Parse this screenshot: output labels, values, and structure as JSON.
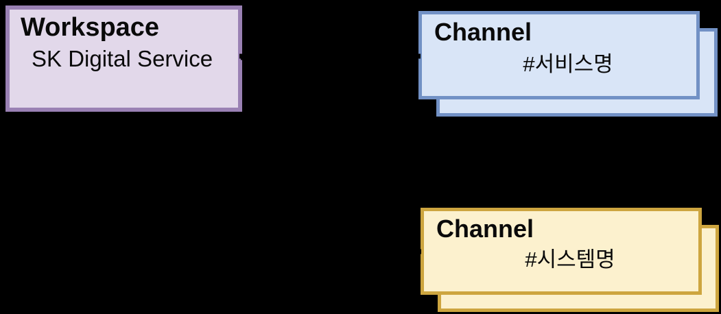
{
  "canvas": {
    "background": "#000000",
    "connector_color": "#000000"
  },
  "workspace": {
    "title": "Workspace",
    "subtitle": "SK Digital Service",
    "fill": "#E2D8EA",
    "border_color": "#9A81B4"
  },
  "channels": [
    {
      "title": "Channel",
      "subtitle": "#서비스명",
      "fill": "#D9E5F7",
      "border_color": "#7291C5"
    },
    {
      "title": "Channel",
      "subtitle": "#시스템명",
      "fill": "#FCF1CE",
      "border_color": "#CDA53F"
    }
  ]
}
